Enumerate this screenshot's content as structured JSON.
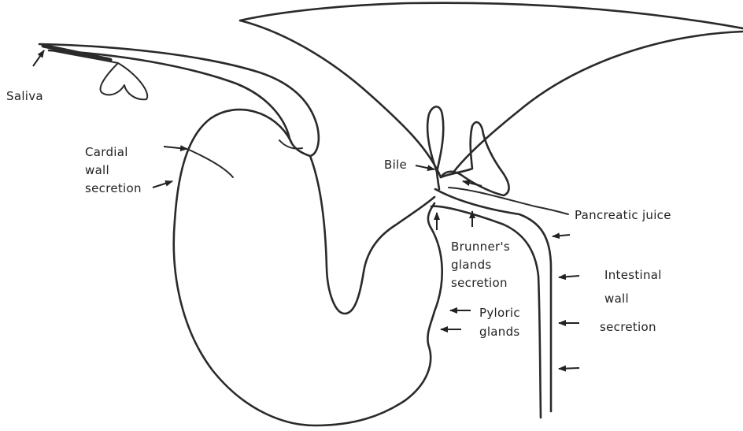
{
  "labels": {
    "saliva": "Saliva",
    "cardial_1": "Cardial",
    "cardial_2": "wall",
    "cardial_3": "secretion",
    "bile": "Bile",
    "pancreatic": "Pancreatic juice",
    "brunner_1": "Brunner's",
    "brunner_2": "glands",
    "brunner_3": "secretion",
    "pyloric_1": "Pyloric",
    "pyloric_2": "glands",
    "intestinal_1": "Intestinal",
    "intestinal_2": "wall",
    "intestinal_3": "secretion"
  },
  "colors": {
    "ink": "#2a2a2a",
    "background": "#ffffff"
  }
}
